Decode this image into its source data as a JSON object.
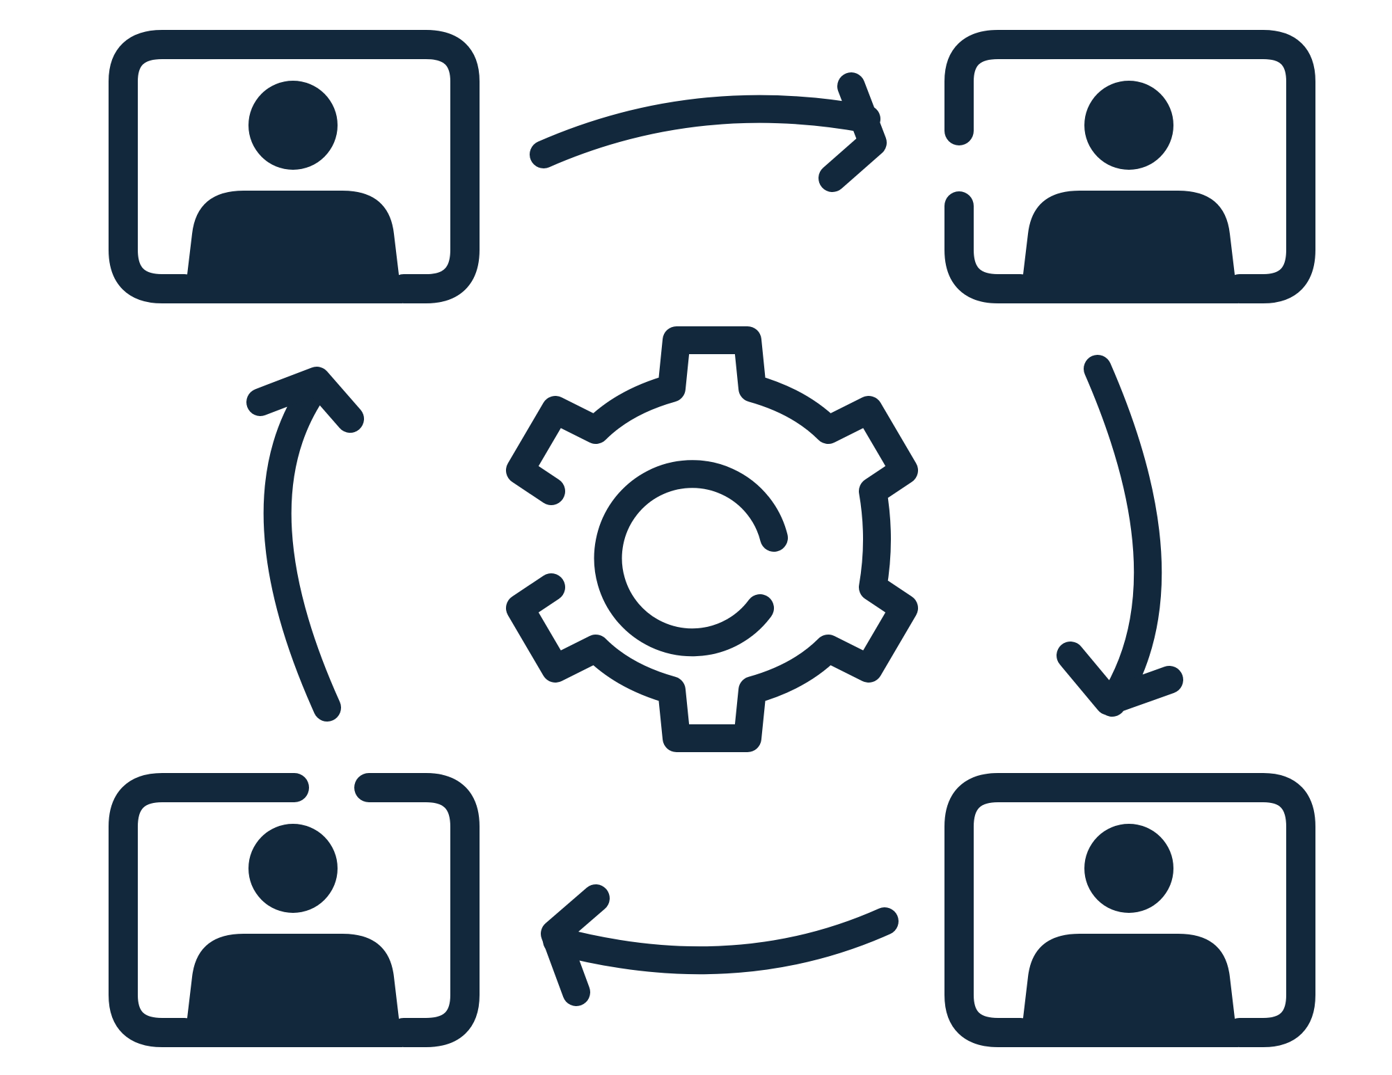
{
  "diagram": {
    "icon_color": "#12283c",
    "background": "#ffffff",
    "nodes": [
      {
        "name": "user-top-left",
        "icon": "person-in-frame-icon"
      },
      {
        "name": "user-top-right",
        "icon": "person-in-frame-icon"
      },
      {
        "name": "user-bottom-right",
        "icon": "person-in-frame-icon"
      },
      {
        "name": "user-bottom-left",
        "icon": "person-in-frame-icon"
      }
    ],
    "center": {
      "icon": "gear-refresh-icon"
    },
    "flow": "clockwise",
    "arrows": [
      {
        "from": "user-top-left",
        "to": "user-top-right"
      },
      {
        "from": "user-top-right",
        "to": "user-bottom-right"
      },
      {
        "from": "user-bottom-right",
        "to": "user-bottom-left"
      },
      {
        "from": "user-bottom-left",
        "to": "user-top-left"
      }
    ]
  }
}
